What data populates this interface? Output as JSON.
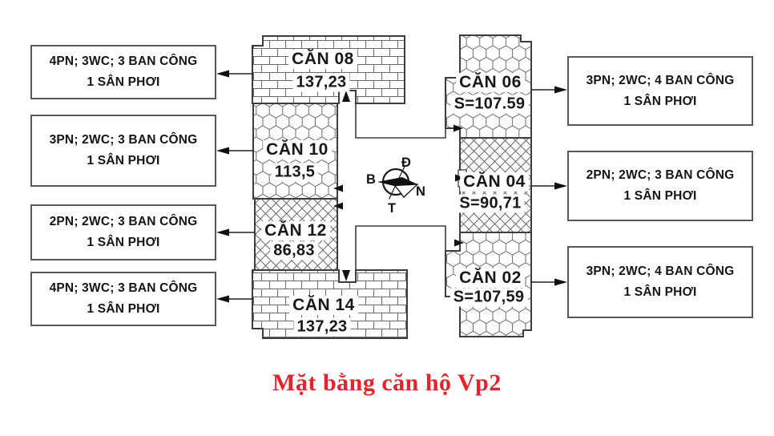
{
  "title": "Mặt bằng căn hộ Vp2",
  "colors": {
    "title_red": "#e8222a",
    "ink": "#1a1a1a",
    "box_border": "#585858"
  },
  "left_boxes": [
    {
      "line1": "4PN; 3WC; 3 BAN CÔNG",
      "line2": "1 SÂN PHƠI"
    },
    {
      "line1": "3PN; 2WC; 3 BAN CÔNG",
      "line2": "1 SÂN PHƠI"
    },
    {
      "line1": "2PN; 2WC; 3 BAN CÔNG",
      "line2": "1 SÂN PHƠI"
    },
    {
      "line1": "4PN; 3WC; 3 BAN CÔNG",
      "line2": "1 SÂN PHƠI"
    }
  ],
  "right_boxes": [
    {
      "line1": "3PN; 2WC; 4 BAN CÔNG",
      "line2": "1 SÂN PHƠI"
    },
    {
      "line1": "2PN; 2WC; 3 BAN CÔNG",
      "line2": "1 SÂN PHƠI"
    },
    {
      "line1": "3PN; 2WC; 4 BAN CÔNG",
      "line2": "1 SÂN PHƠI"
    }
  ],
  "units": {
    "can08": {
      "name": "CĂN 08",
      "area": "137,23",
      "texture": "brick"
    },
    "can10": {
      "name": "CĂN 10",
      "area": "113,5",
      "texture": "hex"
    },
    "can12": {
      "name": "CĂN 12",
      "area": "86,83",
      "texture": "crosshatch"
    },
    "can14": {
      "name": "CĂN 14",
      "area": "137,23",
      "texture": "brick"
    },
    "can06": {
      "name": "CĂN 06",
      "area": "S=107.59",
      "texture": "hex"
    },
    "can04": {
      "name": "CĂN 04",
      "area": "S=90,71",
      "texture": "crosshatch"
    },
    "can02": {
      "name": "CĂN 02",
      "area": "S=107,59",
      "texture": "hex"
    }
  },
  "compass": {
    "top": "Đ",
    "left": "B",
    "right": "N",
    "bottom": "T"
  }
}
